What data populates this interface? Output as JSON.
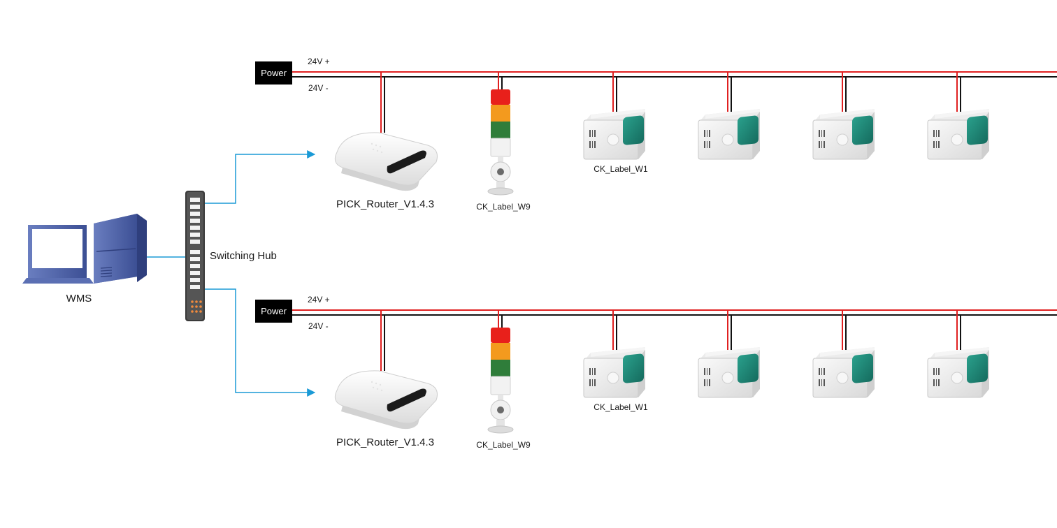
{
  "diagram": {
    "wms_label": "WMS",
    "hub_label": "Switching Hub",
    "colors": {
      "network": "#1a9ad6",
      "positive": "#e02020",
      "negative": "#111111",
      "power_box": "#000000",
      "lamp_red": "#e8201b",
      "lamp_orange": "#f39a1e",
      "lamp_green": "#2f7d3a",
      "label_screen": "#1f8a78"
    },
    "rows": [
      {
        "power_label": "Power",
        "plus_label": "24V +",
        "minus_label": "24V -",
        "router_label": "PICK_Router_V1.4.3",
        "tower_label": "CK_Label_W9",
        "device_label": "CK_Label_W1"
      },
      {
        "power_label": "Power",
        "plus_label": "24V +",
        "minus_label": "24V -",
        "router_label": "PICK_Router_V1.4.3",
        "tower_label": "CK_Label_W9",
        "device_label": "CK_Label_W1"
      }
    ]
  }
}
